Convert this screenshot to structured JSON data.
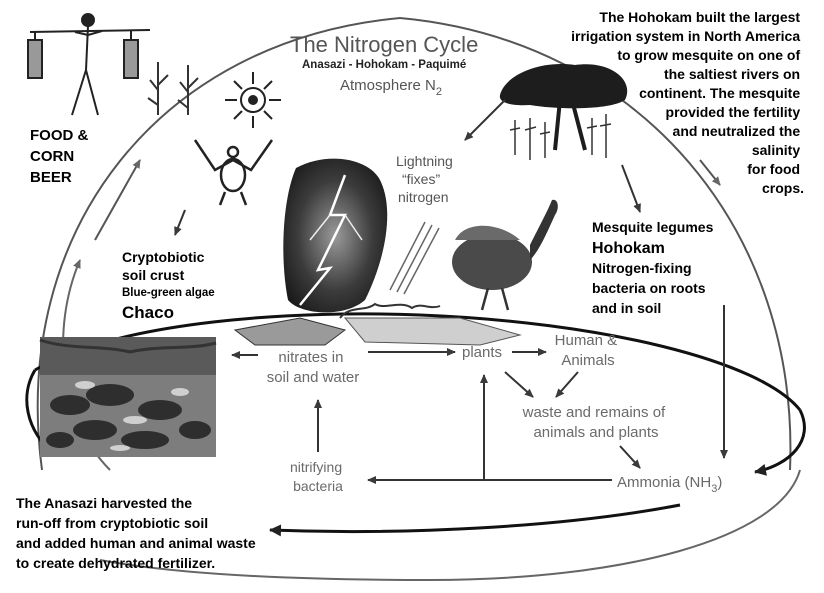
{
  "title": "The Nitrogen Cycle",
  "subtitle": "Anasazi - Hohokam - Paquimé",
  "atmosphere": {
    "label": "Atmosphere N",
    "subscript": "2"
  },
  "lightning": [
    "Lightning",
    "“fixes”",
    "nitrogen"
  ],
  "hohokam_text": [
    "The Hohokam built the largest",
    "irrigation system in North America",
    "to grow mesquite on one of",
    "the saltiest rivers on",
    "continent. The mesquite",
    "provided the fertility",
    "and neutralized the",
    "salinity",
    "for food",
    "crops."
  ],
  "food": [
    "FOOD &",
    "CORN",
    "BEER"
  ],
  "crust": [
    "Cryptobiotic",
    "soil crust",
    "Blue-green algae",
    "Chaco"
  ],
  "mesquite": [
    "Mesquite legumes",
    "Hohokam",
    "Nitrogen-fixing",
    "bacteria on roots",
    "and in soil"
  ],
  "nitrates": [
    "nitrates in",
    "soil and water"
  ],
  "plants": "plants",
  "human": [
    "Human &",
    "Animals"
  ],
  "waste": [
    "waste and remains of",
    "animals and plants"
  ],
  "nitrifying": [
    "nitrifying",
    "bacteria"
  ],
  "ammonia": {
    "label": "Ammonia (NH",
    "subscript": "3",
    "close": ")"
  },
  "anasazi_text": [
    "The Anasazi harvested the",
    "run-off from cryptobiotic soil",
    "and added human and animal waste",
    "to create dehydrated fertilizer."
  ]
}
